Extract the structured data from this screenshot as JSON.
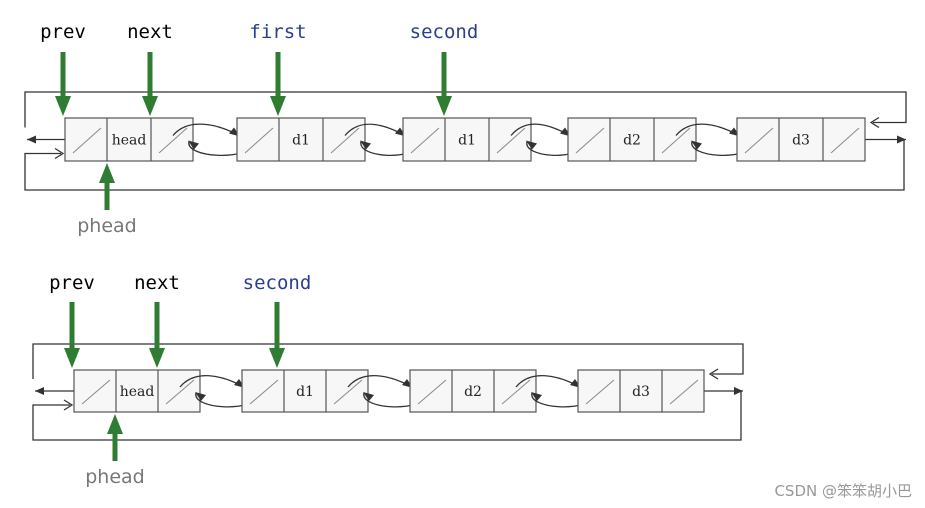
{
  "colors": {
    "line": "#333333",
    "box": "#555555",
    "node_fill": "#f7f7f7",
    "arrow_green": "#2e7d32",
    "label_black": "#000000",
    "label_blue": "#2a3f8f",
    "label_gray": "#777777",
    "watermark": "#999999"
  },
  "diagrams": [
    {
      "nodes": [
        "head",
        "d1",
        "d1",
        "d2",
        "d3"
      ],
      "pointers": [
        {
          "label": "prev",
          "color": "black",
          "icon": "down-arrow-icon"
        },
        {
          "label": "next",
          "color": "black",
          "icon": "down-arrow-icon"
        },
        {
          "label": "first",
          "color": "blue",
          "icon": "down-arrow-icon"
        },
        {
          "label": "second",
          "color": "blue",
          "icon": "down-arrow-icon"
        }
      ],
      "bottom_pointer": {
        "label": "phead",
        "color": "gray",
        "icon": "up-arrow-icon"
      }
    },
    {
      "nodes": [
        "head",
        "d1",
        "d2",
        "d3"
      ],
      "pointers": [
        {
          "label": "prev",
          "color": "black",
          "icon": "down-arrow-icon"
        },
        {
          "label": "next",
          "color": "black",
          "icon": "down-arrow-icon"
        },
        {
          "label": "second",
          "color": "blue",
          "icon": "down-arrow-icon"
        }
      ],
      "bottom_pointer": {
        "label": "phead",
        "color": "gray",
        "icon": "up-arrow-icon"
      }
    }
  ],
  "watermark": "CSDN @笨笨胡小巴"
}
